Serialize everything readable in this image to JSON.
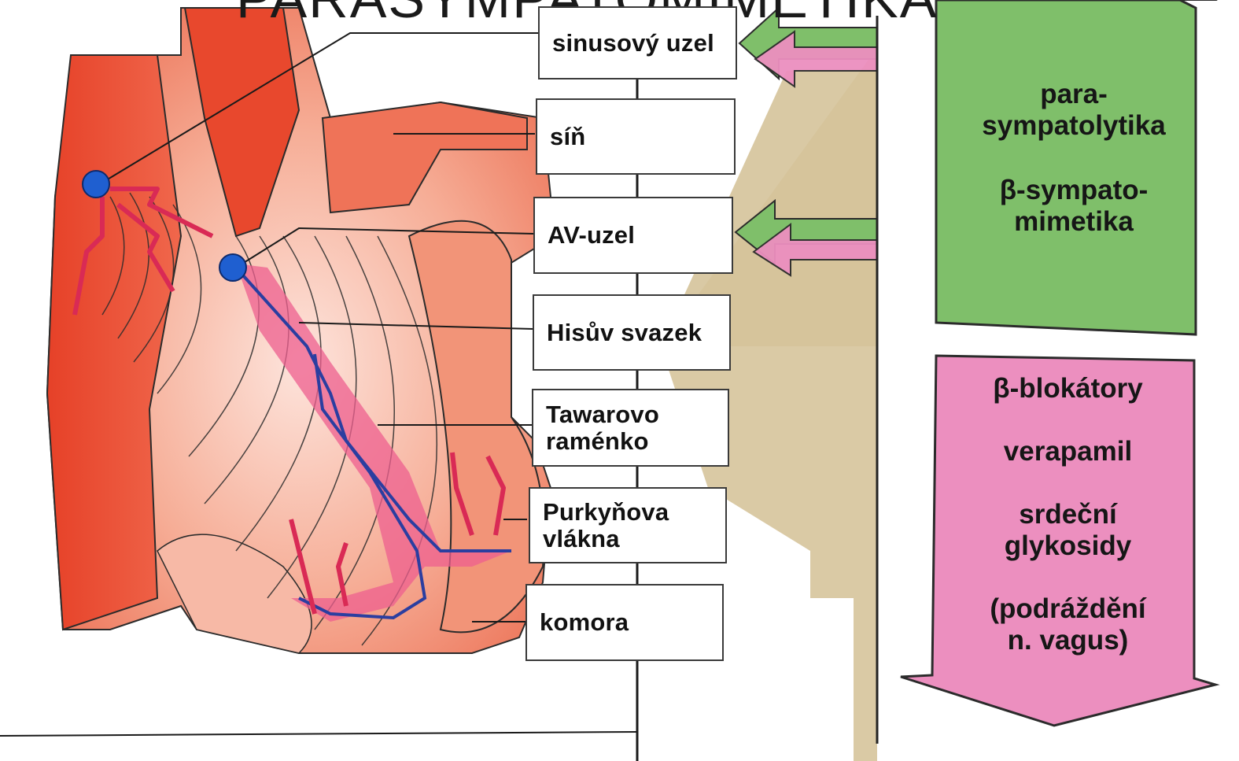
{
  "title": "PARASYMPATOMIMETIKA",
  "labels": {
    "sinus_node": "sinusový uzel",
    "atrium": "síň",
    "av_node": "AV-uzel",
    "his_bundle": "Hisův svazek",
    "tawara_line1": "Tawarovo",
    "tawara_line2": "raménko",
    "purkinje_line1": "Purkyňova",
    "purkinje_line2": "vlákna",
    "ventricle": "komora"
  },
  "green_panel": {
    "line1": "para-",
    "line2": "sympatolytika",
    "line3": "β-sympato-",
    "line4": "mimetika"
  },
  "pink_panel": {
    "line1": "β-blokátory",
    "line2": "verapamil",
    "line3": "srdeční",
    "line4": "glykosidy",
    "line5": "(podráždění",
    "line6": "n. vagus)"
  },
  "colors": {
    "green": "#7fbf6a",
    "pink": "#ec8fbf",
    "tan": "#d8c7a0",
    "heart_dark": "#e8492f",
    "heart_light": "#f4a08a",
    "node_blue": "#1f5fd0"
  }
}
